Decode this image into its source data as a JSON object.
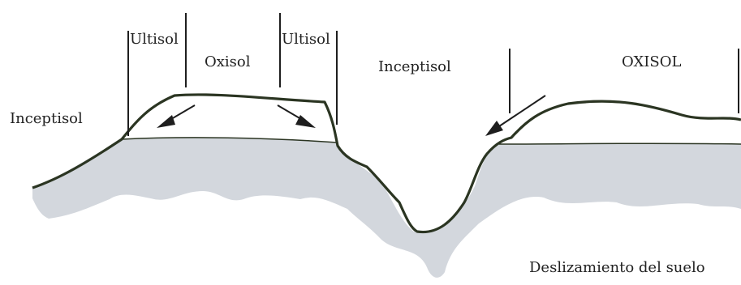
{
  "labels": {
    "inceptisol_left": "Inceptisol",
    "ultisol_left": "Ultisol",
    "oxisol_center": "Oxisol",
    "ultisol_right": "Ultisol",
    "inceptisol_valley": "Inceptisol",
    "oxisol_right": "OXISOL",
    "caption": "Deslizamiento del suelo"
  },
  "colors": {
    "bedrock_fill": "#d3d7dd",
    "surface_line": "#2b3522",
    "soil_fill": "#ffffff",
    "ink": "#1e1e1e"
  }
}
